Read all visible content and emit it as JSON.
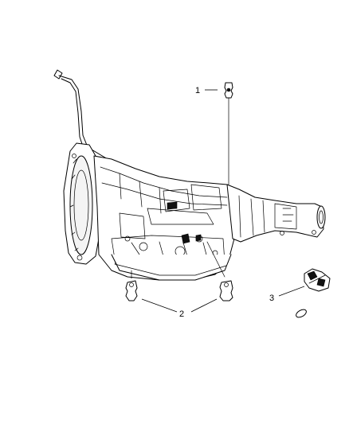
{
  "callouts": {
    "c1": "1",
    "c2": "2",
    "c3": "3"
  },
  "colors": {
    "line": "#000000",
    "background": "#ffffff"
  },
  "icons": [
    "transmission-assembly",
    "dipstick-tube",
    "sensor",
    "transmission-mount",
    "washer"
  ]
}
